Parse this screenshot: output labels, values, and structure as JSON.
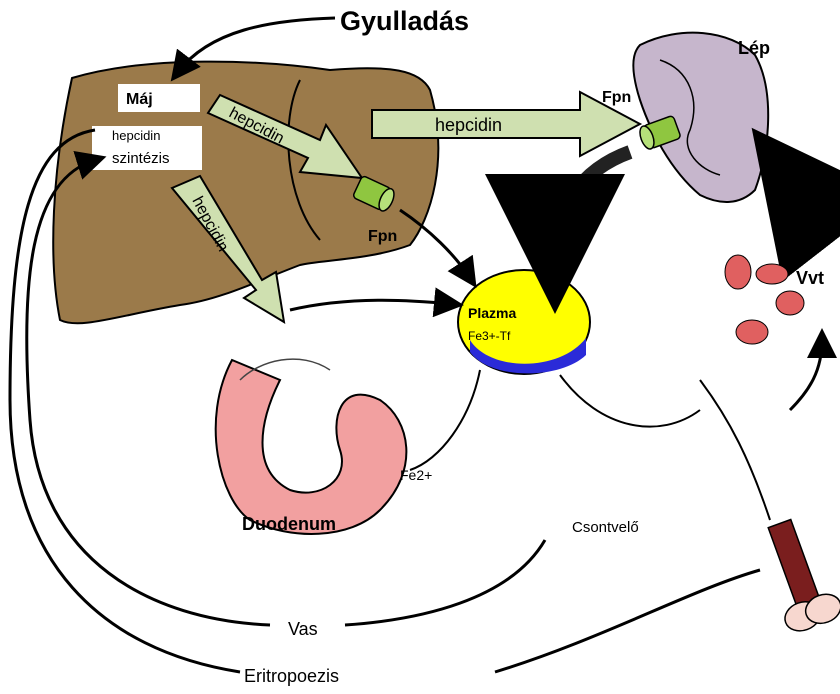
{
  "title": "Gyulladás",
  "labels": {
    "liver": "Máj",
    "hepcidin_synthesis_line1": "hepcidin",
    "hepcidin_synthesis_line2": "szintézis",
    "spleen": "Lép",
    "rbc": "Vvt",
    "plasma": "Plazma",
    "plasma_fe": "Fe3+-Tf",
    "duodenum": "Duodenum",
    "enterocyte": "Fe2+",
    "bone_marrow": "Csontvelő",
    "iron": "Vas",
    "erythropoiesis": "Eritropoezis"
  },
  "arrows": {
    "hepcidin_to_liver_fpn": "hepcidin",
    "hepcidin_to_spleen": "hepcidin",
    "hepcidin_to_duodenum": "hepcidin"
  },
  "ferroportin_labels": {
    "liver": "Fpn",
    "spleen": "Fpn"
  },
  "colors": {
    "liver": "#9b7a4a",
    "spleen": "#c6b6cc",
    "plasma": "#ffff00",
    "arrow_fill": "#cfe0b0",
    "ferroportin": "#8fc640",
    "duodenum": "#f2a0a0",
    "rbc": "#e06060",
    "bone": "#f7d7cf"
  }
}
